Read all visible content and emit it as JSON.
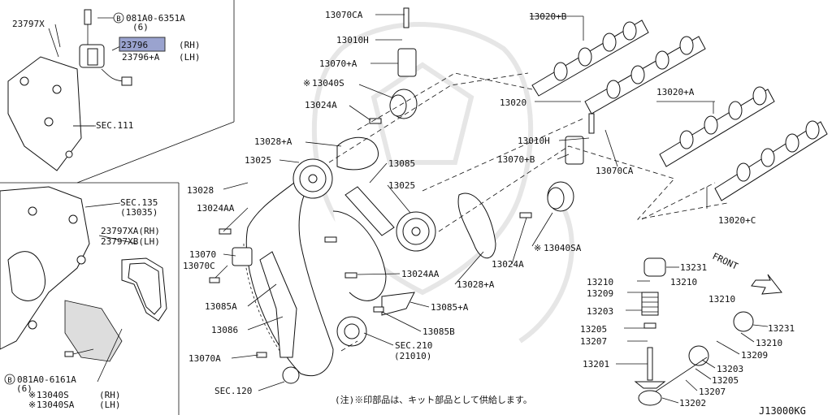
{
  "diagram": {
    "labels": {
      "p23797x": "23797X",
      "bolt_top": "081A0-6351A",
      "bolt_top_qty": "(6)",
      "p23796": "23796",
      "rh1": "(RH)",
      "p23796a": "23796+A",
      "lh1": "(LH)",
      "sec111": "SEC.111",
      "sec135": "SEC.135",
      "sec135b": "(13035)",
      "p23797xa": "23797XA(RH)",
      "p23797xb": "23797XB(LH)",
      "bolt_bot": "081A0-6161A",
      "bolt_bot_qty": "(6)",
      "p13040s_l": "13040S",
      "rh2": "(RH)",
      "p13040sa_l": "13040SA",
      "lh2": "(LH)",
      "p13070ca_t": "13070CA",
      "p13010h_t": "13010H",
      "p13070a": "13070+A",
      "p13040s": "13040S",
      "p13024a_t": "13024A",
      "p13028a": "13028+A",
      "p13025_l": "13025",
      "p13085": "13085",
      "p13028": "13028",
      "p13025_r": "13025",
      "p13024aa_l": "13024AA",
      "p13070": "13070",
      "p13070c": "13070C",
      "p13085a": "13085A",
      "p13086": "13086",
      "p13070a2": "13070A",
      "sec120": "SEC.120",
      "p13024aa_r": "13024AA",
      "p13085a_r": "13085+A",
      "p13085b": "13085B",
      "sec210": "SEC.210",
      "sec210b": "(21010)",
      "p13028a_r": "13028+A",
      "p13024a_r": "13024A",
      "p13040sa": "13040SA",
      "p13020b": "13020+B",
      "p13020": "13020",
      "p13010h_r": "13010H",
      "p13070b": "13070+B",
      "p13070ca_r": "13070CA",
      "p13020a": "13020+A",
      "p13020c": "13020+C",
      "front": "FRONT",
      "p13231_a": "13231",
      "p13210_a": "13210",
      "p13210_b": "13210",
      "p13209_a": "13209",
      "p13203_a": "13203",
      "p13205_a": "13205",
      "p13207_a": "13207",
      "p13201": "13201",
      "p13210_c": "13210",
      "p13231_b": "13231",
      "p13210_d": "13210",
      "p13209_b": "13209",
      "p13203_b": "13203",
      "p13205_b": "13205",
      "p13207_b": "13207",
      "p13202": "13202",
      "note": "(注)※印部品は、キット部品として供給します。",
      "code": "J13000KG"
    },
    "symbols": {
      "b_circle": "B",
      "kit_mark": "※"
    },
    "highlight_color": "#9aa3cf"
  }
}
